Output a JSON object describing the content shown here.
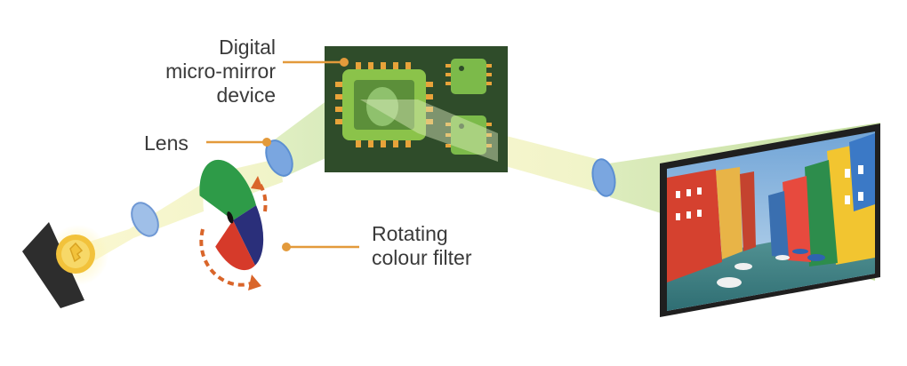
{
  "labels": {
    "dmd": [
      "Digital",
      "micro-mirror",
      "device"
    ],
    "lens": "Lens",
    "filter": [
      "Rotating",
      "colour filter"
    ]
  },
  "colors": {
    "beam_yellow": "#f6f3c4",
    "beam_green": "#cfe6b2",
    "chip_board": "#2f4c2a",
    "chip_light": "#8bc34a",
    "pin_orange": "#e8a33a",
    "leader_line": "#e39a3b",
    "lens_blue": "#7aa6e0",
    "filter_red": "#d63a2a",
    "filter_green": "#2e9b48",
    "filter_navy": "#2a2f7a",
    "arrow_orange": "#d9652a",
    "lamp_yellow": "#f2c23b",
    "housing": "#2d2d2d"
  },
  "icons": [
    "lamp-icon",
    "lens-icon",
    "colour-wheel-icon",
    "dmd-chip-icon",
    "projection-screen-icon"
  ]
}
